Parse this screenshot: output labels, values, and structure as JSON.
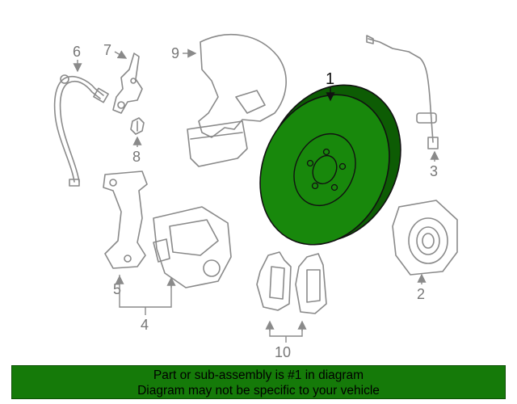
{
  "callouts": {
    "c1": "1",
    "c2": "2",
    "c3": "3",
    "c4": "4",
    "c5": "5",
    "c6": "6",
    "c7": "7",
    "c8": "8",
    "c9": "9",
    "c10": "10"
  },
  "footer": {
    "line1": "Part or sub-assembly is #1 in diagram",
    "line2": "Diagram may not be specific to your vehicle"
  },
  "colors": {
    "highlight": "#18880c",
    "banner": "#157a09",
    "linework": "#8a8a8a"
  }
}
